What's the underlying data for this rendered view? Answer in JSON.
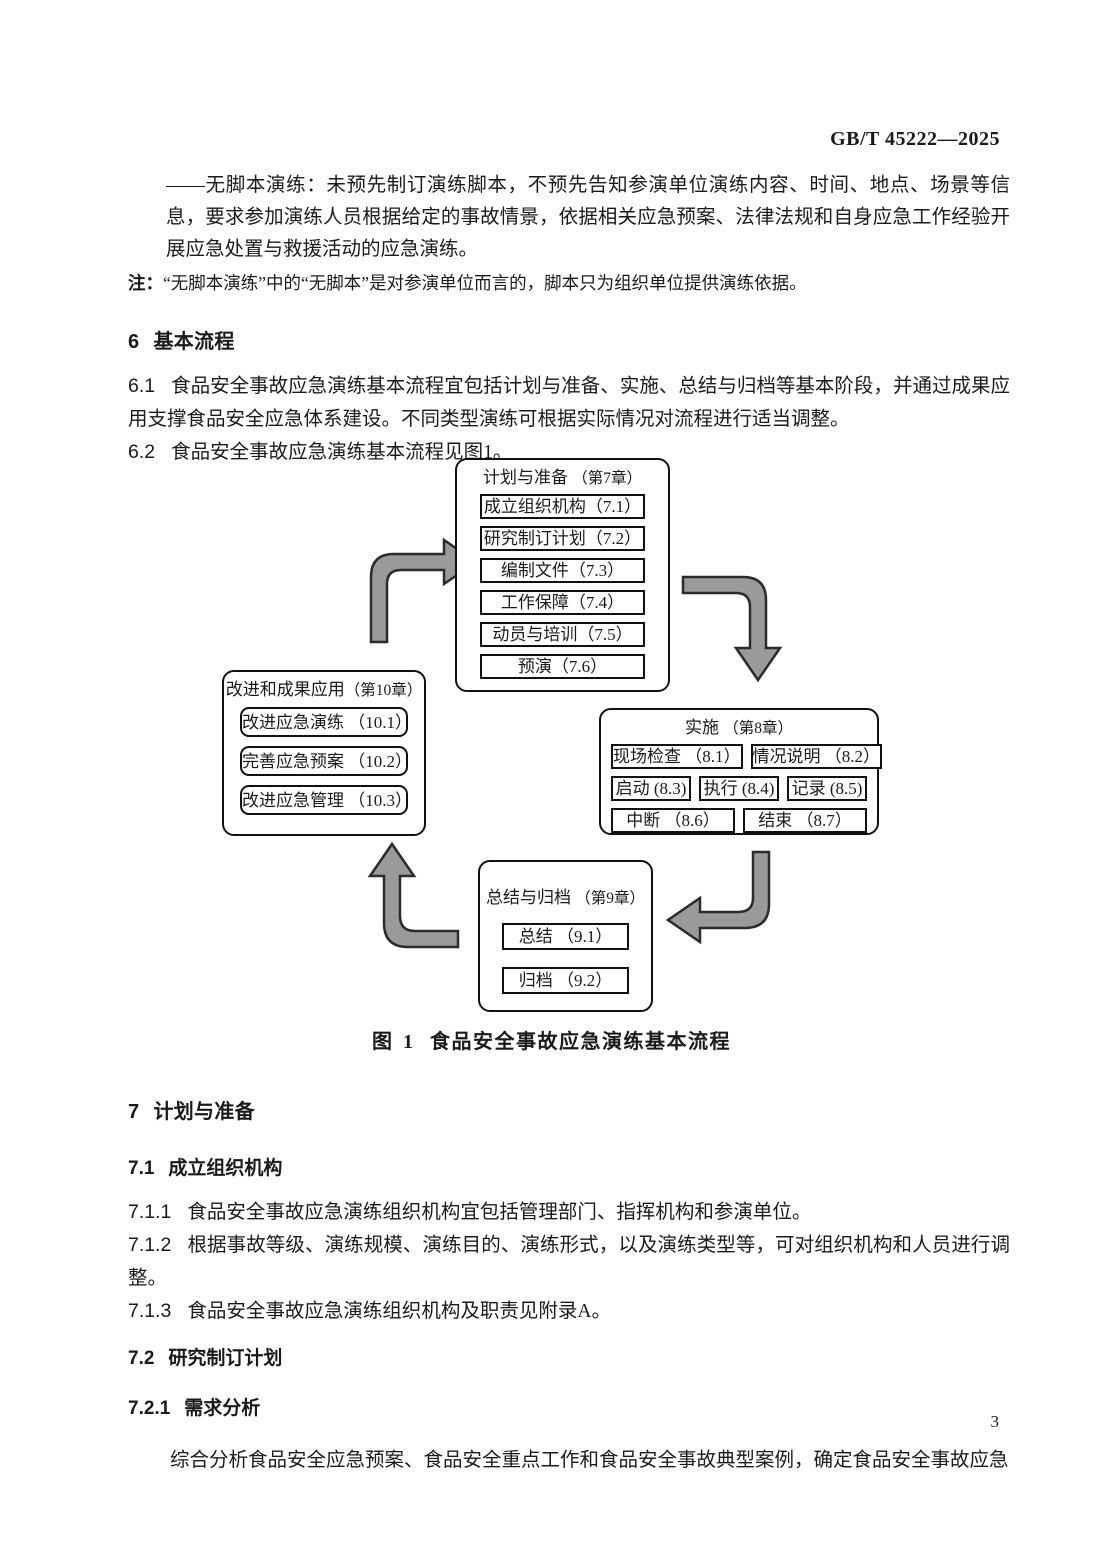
{
  "header": {
    "standard_code": "GB/T 45222—2025"
  },
  "footer": {
    "page_number": "3"
  },
  "intro": {
    "dash_lead": "——",
    "dash_text": "无脚本演练：未预先制订演练脚本，不预先告知参演单位演练内容、时间、地点、场景等信息，要求参加演练人员根据给定的事故情景，依据相关应急预案、法律法规和自身应急工作经验开展应急处置与救援活动的应急演练。",
    "note_label": "注：",
    "note_text": "“无脚本演练”中的“无脚本”是对参演单位而言的，脚本只为组织单位提供演练依据。"
  },
  "section6": {
    "number": "6",
    "title": "基本流程",
    "p1_num": "6.1",
    "p1_text": "食品安全事故应急演练基本流程宜包括计划与准备、实施、总结与归档等基本阶段，并通过成果应用支撑食品安全应急体系建设。不同类型演练可根据实际情况对流程进行适当调整。",
    "p2_num": "6.2",
    "p2_text": "食品安全事故应急演练基本流程见图1。"
  },
  "figure1": {
    "caption_label": "图 1",
    "caption_text": "食品安全事故应急演练基本流程",
    "colors": {
      "arrow_fill": "#9a9a9a",
      "arrow_stroke": "#2b2b2b",
      "box_stroke": "#111111"
    },
    "groups": [
      {
        "id": "plan",
        "title": "计划与准备",
        "chapter": "（第7章）",
        "items": [
          "成立组织机构（7.1）",
          "研究制订计划（7.2）",
          "编制文件（7.3）",
          "工作保障（7.4）",
          "动员与培训（7.5）",
          "预演（7.6）"
        ]
      },
      {
        "id": "implement",
        "title": "实施",
        "chapter": "（第8章）",
        "rows": [
          [
            "现场检查 （8.1）",
            "情况说明 （8.2）"
          ],
          [
            "启动 (8.3)",
            "执行 (8.4)",
            "记录 (8.5)"
          ],
          [
            "中断 （8.6）",
            "结束 （8.7）"
          ]
        ]
      },
      {
        "id": "summary",
        "title": "总结与归档",
        "chapter": "（第9章）",
        "items": [
          "总结 （9.1）",
          "归档 （9.2）"
        ]
      },
      {
        "id": "improve",
        "title": "改进和成果应用",
        "chapter": "（第10章）",
        "items": [
          "改进应急演练 （10.1）",
          "完善应急预案 （10.2）",
          "改进应急管理 （10.3）"
        ]
      }
    ],
    "arrows": [
      {
        "name": "improve-to-plan",
        "direction": "up-then-right"
      },
      {
        "name": "plan-to-implement",
        "direction": "right-then-down"
      },
      {
        "name": "implement-to-summary",
        "direction": "down-then-left"
      },
      {
        "name": "summary-to-improve",
        "direction": "left-then-up"
      }
    ]
  },
  "section7": {
    "number": "7",
    "title": "计划与准备",
    "sub1": {
      "number": "7.1",
      "title": "成立组织机构",
      "paras": [
        {
          "num": "7.1.1",
          "text": "食品安全事故应急演练组织机构宜包括管理部门、指挥机构和参演单位。"
        },
        {
          "num": "7.1.2",
          "text": "根据事故等级、演练规模、演练目的、演练形式，以及演练类型等，可对组织机构和人员进行调整。"
        },
        {
          "num": "7.1.3",
          "text": "食品安全事故应急演练组织机构及职责见附录A。"
        }
      ]
    },
    "sub2": {
      "number": "7.2",
      "title": "研究制订计划",
      "subsub": {
        "number": "7.2.1",
        "title": "需求分析",
        "text": "综合分析食品安全应急预案、食品安全重点工作和食品安全事故典型案例，确定食品安全事故应急"
      }
    }
  }
}
